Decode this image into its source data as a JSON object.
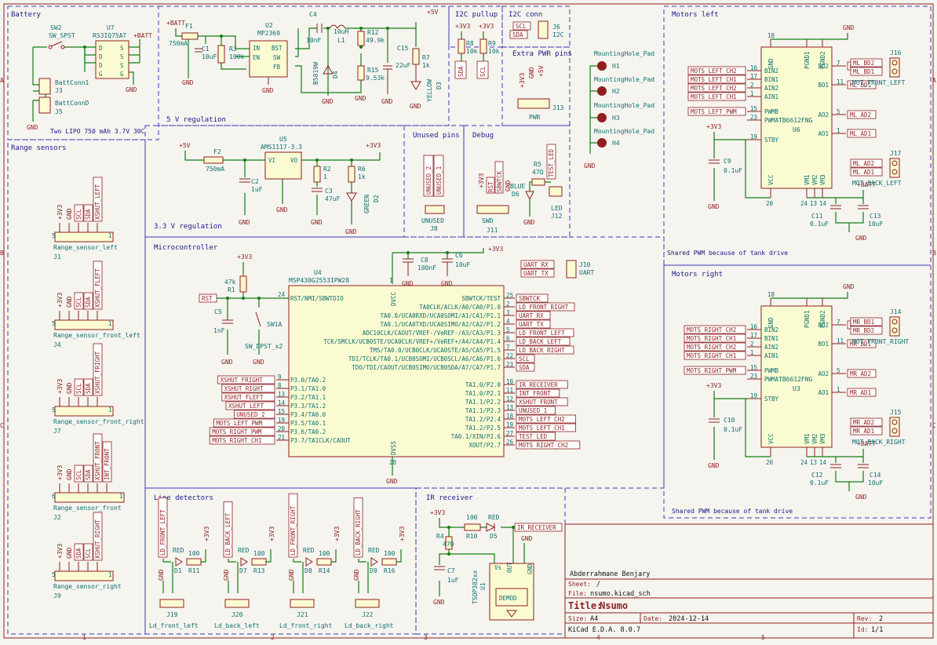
{
  "sections": {
    "battery": "Battery",
    "regulation_5v": "5 V regulation",
    "i2c_pullup": "I2C pullup",
    "i2c_conn": "I2C conn",
    "extra_pwr": "Extra PWR pins",
    "motors_left": "Motors left",
    "motors_right": "Motors right",
    "range_sensors": "Range sensors",
    "regulation_3v3": "3.3 V regulation",
    "unused_pins": "Unused pins",
    "debug": "Debug",
    "microcontroller": "Microcontroller",
    "line_detectors": "Line detectors",
    "ir_receiver": "IR receiver"
  },
  "notes": {
    "battery_note": "Two LIPO 750 mAh 3.7V 30C",
    "shared_pwm_left": "Shared PWM because of tank drive",
    "shared_pwm_right": "Shared PWM because of tank drive"
  },
  "power": {
    "batt": "+BATT",
    "v5": "+5V",
    "v3": "+3V3",
    "gnd": "GND"
  },
  "battery": {
    "sw2_ref": "SW2",
    "sw2_val": "SW_SPST",
    "u7_ref": "U7",
    "u7_val": "RS3IQ75AT",
    "j3_ref": "J3",
    "j3_val": "BattConn1",
    "j5_ref": "J5",
    "j5_val": "BattConnD",
    "u7_pins": [
      "D",
      "D",
      "D",
      "G",
      "S",
      "S",
      "S",
      "G"
    ]
  },
  "reg5": {
    "f1_ref": "F1",
    "f1_val": "750mA",
    "c1_ref": "C1",
    "c1_val": "10uF",
    "r3_ref": "R3",
    "r3_val": "100k",
    "u2_ref": "U2",
    "u2_val": "MP2369",
    "u2_pins": [
      "IN",
      "EN",
      "BST",
      "SW",
      "FB"
    ],
    "c4_ref": "C4",
    "c4_val": "10nF",
    "l1_ref": "L1",
    "l1_val": "10uH",
    "d4_ref": "D4",
    "d4_val": "B5819W",
    "r12_ref": "R12",
    "r12_val": "49.9k",
    "r15_ref": "R15",
    "r15_val": "9.53k",
    "c15_ref": "C15",
    "c15_val": "22uF",
    "r7_ref": "R7",
    "r7_val": "1k",
    "d3_ref": "D3",
    "d3_val": "YELLOW"
  },
  "i2c": {
    "r8_ref": "R8",
    "r8_val": "10k",
    "r9_ref": "R9",
    "r9_val": "10k",
    "sda": "SDA",
    "scl": "SCL",
    "j6_ref": "J6",
    "j6_val": "I2C",
    "j13_ref": "J13",
    "j13_val": "PWR"
  },
  "mounting": {
    "items": [
      {
        "val": "MountingHole_Pad",
        "ref": "H1"
      },
      {
        "val": "MountingHole_Pad",
        "ref": "H2"
      },
      {
        "val": "MountingHole_Pad",
        "ref": "H3"
      },
      {
        "val": "MountingHole_Pad",
        "ref": "H4"
      }
    ]
  },
  "reg33": {
    "f2_ref": "F2",
    "f2_val": "750mA",
    "u5_ref": "U5",
    "u5_val": "AMS1117-3.3",
    "u5_vi": "VI",
    "u5_vo": "VO",
    "c2_ref": "C2",
    "c2_val": "1uF",
    "r2_ref": "R2",
    "r2_val": "1",
    "c3_ref": "C3",
    "c3_val": "47uF",
    "r6_ref": "R6",
    "r6_val": "1k",
    "d2_ref": "D2",
    "d2_val": "GREEN"
  },
  "unused": {
    "j8_ref": "J8",
    "j8_val": "UNUSED",
    "pins": [
      "UNUSED_2",
      "UNUSED_1"
    ]
  },
  "debug": {
    "j11_ref": "J11",
    "j11_val": "SWD",
    "pins": [
      "+3V3",
      "RST",
      "SBWTCK",
      "GND"
    ],
    "r5_ref": "R5",
    "r5_val": "47Ω",
    "d6_ref": "D6",
    "d6_val": "BLUE",
    "j12_ref": "J12",
    "j12_val": "LED",
    "test_led": "TEST_LED"
  },
  "range": {
    "sensors": [
      {
        "ref": "J1",
        "val": "Range_sensor_left",
        "pins": [
          "+3V3",
          "GND",
          "SCL",
          "SDA",
          "XSHUT_LEFT"
        ]
      },
      {
        "ref": "J4",
        "val": "Range_sensor_front_left",
        "pins": [
          "+3V3",
          "GND",
          "SCL",
          "SDA",
          "XSHUT_FLEFT"
        ]
      },
      {
        "ref": "J7",
        "val": "Range_sensor_front_right",
        "pins": [
          "+3V3",
          "GND",
          "SCL",
          "SDA",
          "XSHUT_FRIGHT"
        ]
      },
      {
        "ref": "J2",
        "val": "Range_sensor_front",
        "pins": [
          "+3V3",
          "GND",
          "SCL",
          "SDA",
          "XSHUT_FRONT",
          "INT_FRONT"
        ]
      },
      {
        "ref": "J9",
        "val": "Range_sensor_right",
        "pins": [
          "+3V3",
          "GND",
          "SDA",
          "SCL",
          "XSHUT_RIGHT"
        ]
      }
    ]
  },
  "mcu": {
    "ref": "U4",
    "val": "MSP430G2553IPW28",
    "r1_ref": "R1",
    "r1_val": "47k",
    "c5_ref": "C5",
    "c5_val": "1nF",
    "sw1_ref": "SW1A",
    "sw1_val": "SW_DPST_x2",
    "c8_ref": "C8",
    "c8_val": "100nF",
    "c6_ref": "C6",
    "c6_val": "10uF",
    "j10_ref": "J10",
    "j10_val": "UART",
    "uart_rx": "UART_RX",
    "uart_tx": "UART_TX",
    "rst": "RST",
    "dvcc": "DVCC",
    "dvss": "DVSS",
    "rst_pin": "RST/NMI/SBWTDIO",
    "rst_num": "24",
    "dvcc_num": "1",
    "dvss_num": "28",
    "right_top": [
      {
        "num": "25",
        "name": "SBWTCK/TEST",
        "label": "SBWTCK"
      },
      {
        "num": "2",
        "name": "TA0CLK/ACLK/A0/CA0/P1.0",
        "label": "LD_FRONT_RIGHT"
      },
      {
        "num": "3",
        "name": "TA0.0/UCA0RXD/UCA0SOMI/A1/CA1/P1.1",
        "label": "UART_RX"
      },
      {
        "num": "4",
        "name": "TA0.1/UCA0TXD/UCA0SIMO/A2/CA2/P1.2",
        "label": "UART_TX"
      },
      {
        "num": "5",
        "name": "ADC10CLK/CAOUT/VREF-/VeREF-/A3/CA3/P1.3",
        "label": "LD_FRONT_LEFT"
      },
      {
        "num": "6",
        "name": "TCK/SMCLK/UCB0STE/UCA0CLK/VREF+/VeREF+/A4/CA4/P1.4",
        "label": "LD_BACK_LEFT"
      },
      {
        "num": "7",
        "name": "TMS/TA0.0/UCB0CLK/UCA0STE/A5/CA5/P1.5",
        "label": "LD_BACK_RIGHT"
      },
      {
        "num": "22",
        "name": "TDI/TCLK/TA0.1/UCB0SOMI/UCB0SCL/A6/CA6/P1.6",
        "label": "SCL"
      },
      {
        "num": "23",
        "name": "TDO/TDI/CAOUT/UCB0SIMO/UCB0SDA/A7/CA7/P1.7",
        "label": "SDA"
      }
    ],
    "right_bottom": [
      {
        "num": "10",
        "name": "TA1.0/P2.0",
        "label": "IR_RECEIVER"
      },
      {
        "num": "11",
        "name": "TA1.0/P2.1",
        "label": "INT_FRONT"
      },
      {
        "num": "12",
        "name": "TA1.1/P2.2",
        "label": "XSHUT_FRONT"
      },
      {
        "num": "13",
        "name": "TA1.1/P2.3",
        "label": "UNUSED_1"
      },
      {
        "num": "18",
        "name": "TA1.2/P2.4",
        "label": "MOTS_LEFT_CH2"
      },
      {
        "num": "19",
        "name": "TA1.2/P2.5",
        "label": "MOTS_LEFT_CH1"
      },
      {
        "num": "27",
        "name": "TA0.1/XIN/P2.6",
        "label": "TEST_LED"
      },
      {
        "num": "26",
        "name": "XOUT/P2.7",
        "label": "MOTS_RIGHT_CH2"
      }
    ],
    "left": [
      {
        "num": "9",
        "name": "P3.0/TA0.2",
        "label": "XSHUT_FRIGHT"
      },
      {
        "num": "8",
        "name": "P3.1/TA1.0",
        "label": "XSHUT_RIGHT"
      },
      {
        "num": "13",
        "name": "P3.2/TA1.1",
        "label": "XSHUT_FLEFT"
      },
      {
        "num": "14",
        "name": "P3.3/TA1.2",
        "label": "XSHUT_LEFT"
      },
      {
        "num": "15",
        "name": "P3.4/TA0.0",
        "label": "UNUSED_2"
      },
      {
        "num": "19",
        "name": "P3.5/TA0.1",
        "label": "MOTS_LEFT_PWM"
      },
      {
        "num": "20",
        "name": "P3.6/TA0.2",
        "label": "MOTS_RIGHT_PWM"
      },
      {
        "num": "21",
        "name": "P3.7/TA1CLK/CAOUT",
        "label": "MOTS_RIGHT_CH1"
      }
    ]
  },
  "motors_left": {
    "u_ref": "U6",
    "u_val": "TB6612FNG",
    "left_pins": [
      {
        "num": "16",
        "name": "BIN2",
        "label": "MOTS_LEFT_CH2"
      },
      {
        "num": "17",
        "name": "BIN1",
        "label": "MOTS_LEFT_CH1"
      },
      {
        "num": "2",
        "name": "AIN2",
        "label": "MOTS_LEFT_CH2"
      },
      {
        "num": "1",
        "name": "AIN1",
        "label": "MOTS_LEFT_CH1"
      },
      {
        "num": "15",
        "name": "PWMB",
        "label": "MOTS_LEFT_PWM"
      },
      {
        "num": "23",
        "name": "PWMA",
        "label": ""
      },
      {
        "num": "19",
        "name": "STBY",
        "label": ""
      }
    ],
    "right_pins": [
      {
        "num": "7",
        "name": "BO2",
        "label": "ML_BD2"
      },
      {
        "num": "11",
        "name": "BO1",
        "label": "ML_BD1"
      },
      {
        "num": "5",
        "name": "AO2",
        "label": "ML_AD2"
      },
      {
        "num": "1",
        "name": "AO1",
        "label": "ML_AD1"
      }
    ],
    "top_pins": [
      "GND",
      "PGND1",
      "PGND2"
    ],
    "bottom_pins": [
      "VCC",
      "VM1",
      "VM2",
      "VM3"
    ],
    "c9_ref": "C9",
    "c9_val": "0.1uF",
    "c11_ref": "C11",
    "c11_val": "0.1uF",
    "c13_ref": "C13",
    "c13_val": "10uF",
    "j16_ref": "J16",
    "j16_val": "MOT_FRONT_LEFT",
    "j16_pins": [
      "ML_BD2",
      "ML_BD1"
    ],
    "j17_ref": "J17",
    "j17_val": "MOT_BACK_LEFT",
    "j17_pins": [
      "ML_AD2",
      "ML_AD1"
    ]
  },
  "motors_right": {
    "u_ref": "U3",
    "u_val": "TB6612FNG",
    "left_pins": [
      {
        "num": "16",
        "name": "BIN2",
        "label": "MOTS_RIGHT_CH2"
      },
      {
        "num": "17",
        "name": "BIN1",
        "label": "MOTS_RIGHT_CH1"
      },
      {
        "num": "2",
        "name": "AIN2",
        "label": "MOTS_RIGHT_CH2"
      },
      {
        "num": "1",
        "name": "AIN1",
        "label": "MOTS_RIGHT_CH1"
      },
      {
        "num": "15",
        "name": "PWMB",
        "label": "MOTS_RIGHT_PWM"
      },
      {
        "num": "23",
        "name": "PWMA",
        "label": ""
      },
      {
        "num": "19",
        "name": "STBY",
        "label": ""
      }
    ],
    "right_pins": [
      {
        "num": "7",
        "name": "BO2",
        "label": "MR_BD2"
      },
      {
        "num": "11",
        "name": "BO1",
        "label": "MR_BD1"
      },
      {
        "num": "5",
        "name": "AO2",
        "label": "MR_AD2"
      },
      {
        "num": "1",
        "name": "AO1",
        "label": "MR_AD1"
      }
    ],
    "top_pins": [
      "GND",
      "PGND1",
      "PGND2"
    ],
    "bottom_pins": [
      "VCC",
      "VM1",
      "VM2",
      "VM3"
    ],
    "c10_ref": "C10",
    "c10_val": "0.1uF",
    "c12_ref": "C12",
    "c12_val": "0.1uF",
    "c14_ref": "C14",
    "c14_val": "10uF",
    "j14_ref": "J14",
    "j14_val": "MOT_FRONT_RIGHT",
    "j14_pins": [
      "MR_BD1",
      "MR_BD2"
    ],
    "j15_ref": "J15",
    "j15_val": "MOT_BACK_RIGHT",
    "j15_pins": [
      "MR_AD2",
      "MR_AD1"
    ]
  },
  "line": {
    "detectors": [
      {
        "label": "LD_FRONT_LEFT",
        "d_ref": "D1",
        "d_val": "RED",
        "r_ref": "R11",
        "r_val": "100",
        "j_ref": "J19",
        "j_val": "Ld_front_left"
      },
      {
        "label": "LD_BACK_LEFT",
        "d_ref": "D7",
        "d_val": "RED",
        "r_ref": "R13",
        "r_val": "100",
        "j_ref": "J20",
        "j_val": "Ld_back_left"
      },
      {
        "label": "LD_FRONT_RIGHT",
        "d_ref": "D8",
        "d_val": "RED",
        "r_ref": "R14",
        "r_val": "100",
        "j_ref": "J21",
        "j_val": "Ld_front_right"
      },
      {
        "label": "LD_BACK_RIGHT",
        "d_ref": "D9",
        "d_val": "RED",
        "r_ref": "R16",
        "r_val": "100",
        "j_ref": "J22",
        "j_val": "Ld_back_right"
      }
    ]
  },
  "ir": {
    "r4_ref": "R4",
    "r4_val": "470",
    "r10_ref": "R10",
    "r10_val": "100",
    "d5_ref": "D5",
    "d5_val": "RED",
    "c7_ref": "C7",
    "c7_val": "1uF",
    "u1_ref": "U1",
    "u1_val": "TSOP382xx",
    "demod": "DEMOD",
    "vs": "Vs",
    "out": "OUT",
    "gnd": "GND",
    "label": "IR_RECEIVER"
  },
  "title_block": {
    "author": "Abderrahmane Benjary",
    "sheet_label": "Sheet:",
    "sheet_value": "/",
    "file_label": "File:",
    "file_value": "nsumo.kicad_sch",
    "title_label": "Title:",
    "title_value": "Nsumo",
    "size_label": "Size:",
    "size_value": "A4",
    "date_label": "Date:",
    "date_value": "2024-12-14",
    "rev_label": "Rev:",
    "rev_value": "2",
    "tool": "KiCad E.D.A. 8.0.7",
    "id_label": "Id:",
    "id_value": "1/1"
  },
  "border": {
    "cols": [
      "1",
      "2",
      "3",
      "4",
      "5"
    ],
    "rows": [
      "A",
      "B",
      "C"
    ]
  }
}
